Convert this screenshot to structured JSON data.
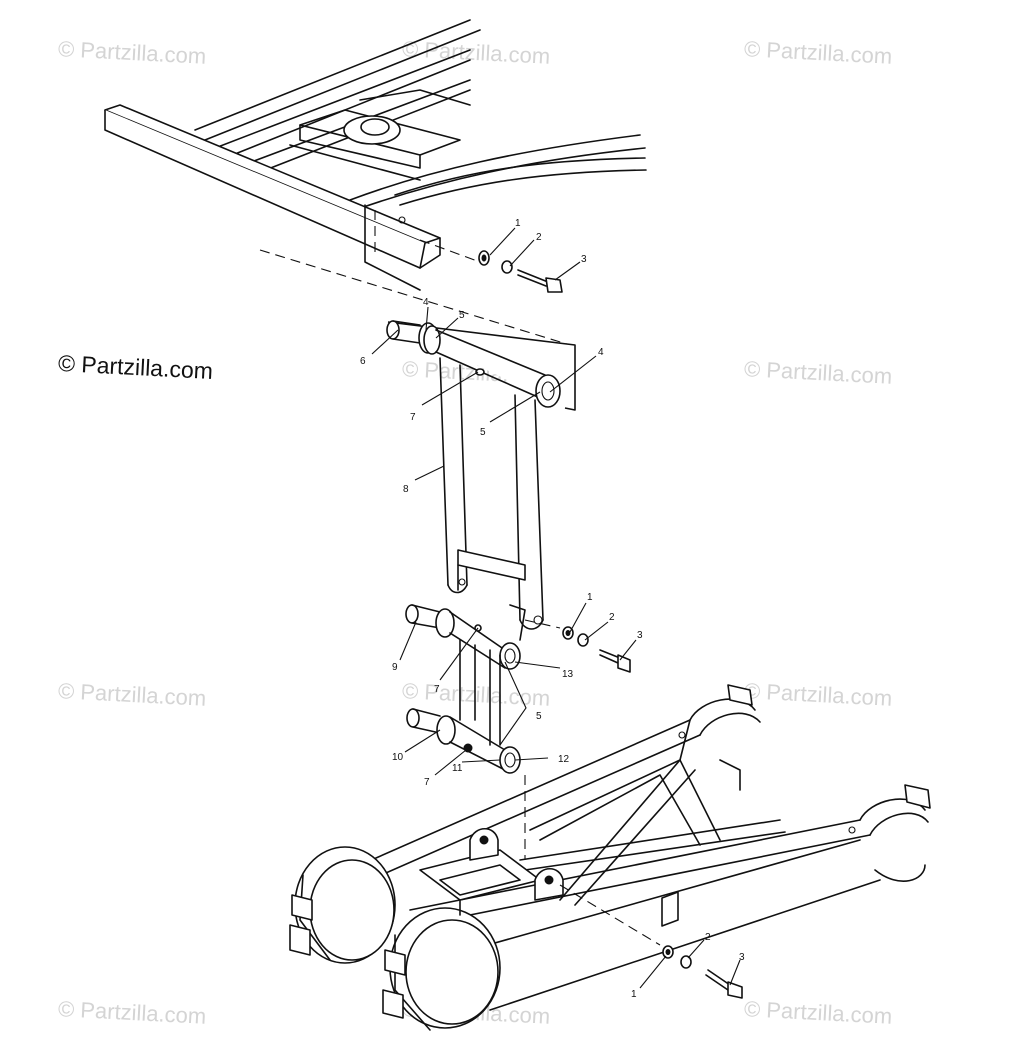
{
  "watermark": "© Partzilla.com",
  "copyright": "© Partzilla.com",
  "callouts": {
    "top_1": "1",
    "top_2": "2",
    "top_3": "3",
    "pivot_4a": "4",
    "pivot_5a": "5",
    "pivot_6": "6",
    "pivot_4b": "4",
    "pivot_7": "7",
    "pivot_5b": "5",
    "arm_8": "8",
    "mid_1": "1",
    "mid_2": "2",
    "mid_3": "3",
    "shaft_9": "9",
    "shaft_7a": "7",
    "shaft_13": "13",
    "shaft_5": "5",
    "shaft_10": "10",
    "shaft_7b": "7",
    "shaft_11": "11",
    "shaft_12": "12",
    "bot_1": "1",
    "bot_2": "2",
    "bot_3": "3"
  }
}
